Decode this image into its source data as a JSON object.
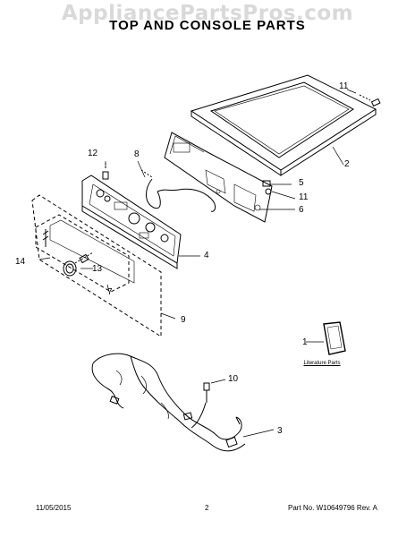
{
  "watermark": "AppliancePartsPros.com",
  "title": "TOP AND CONSOLE PARTS",
  "literature_label": "Literature Parts",
  "callouts": {
    "c11a": "11",
    "c2": "2",
    "c12": "12",
    "c8": "8",
    "c5": "5",
    "c11b": "11",
    "c6": "6",
    "c4": "4",
    "c14": "14",
    "c13": "13",
    "c7": "7",
    "c9": "9",
    "c1": "1",
    "c10": "10",
    "c3": "3"
  },
  "footer": {
    "date": "11/05/2015",
    "page": "2",
    "part_no": "Part No. W10649796  Rev. A"
  }
}
